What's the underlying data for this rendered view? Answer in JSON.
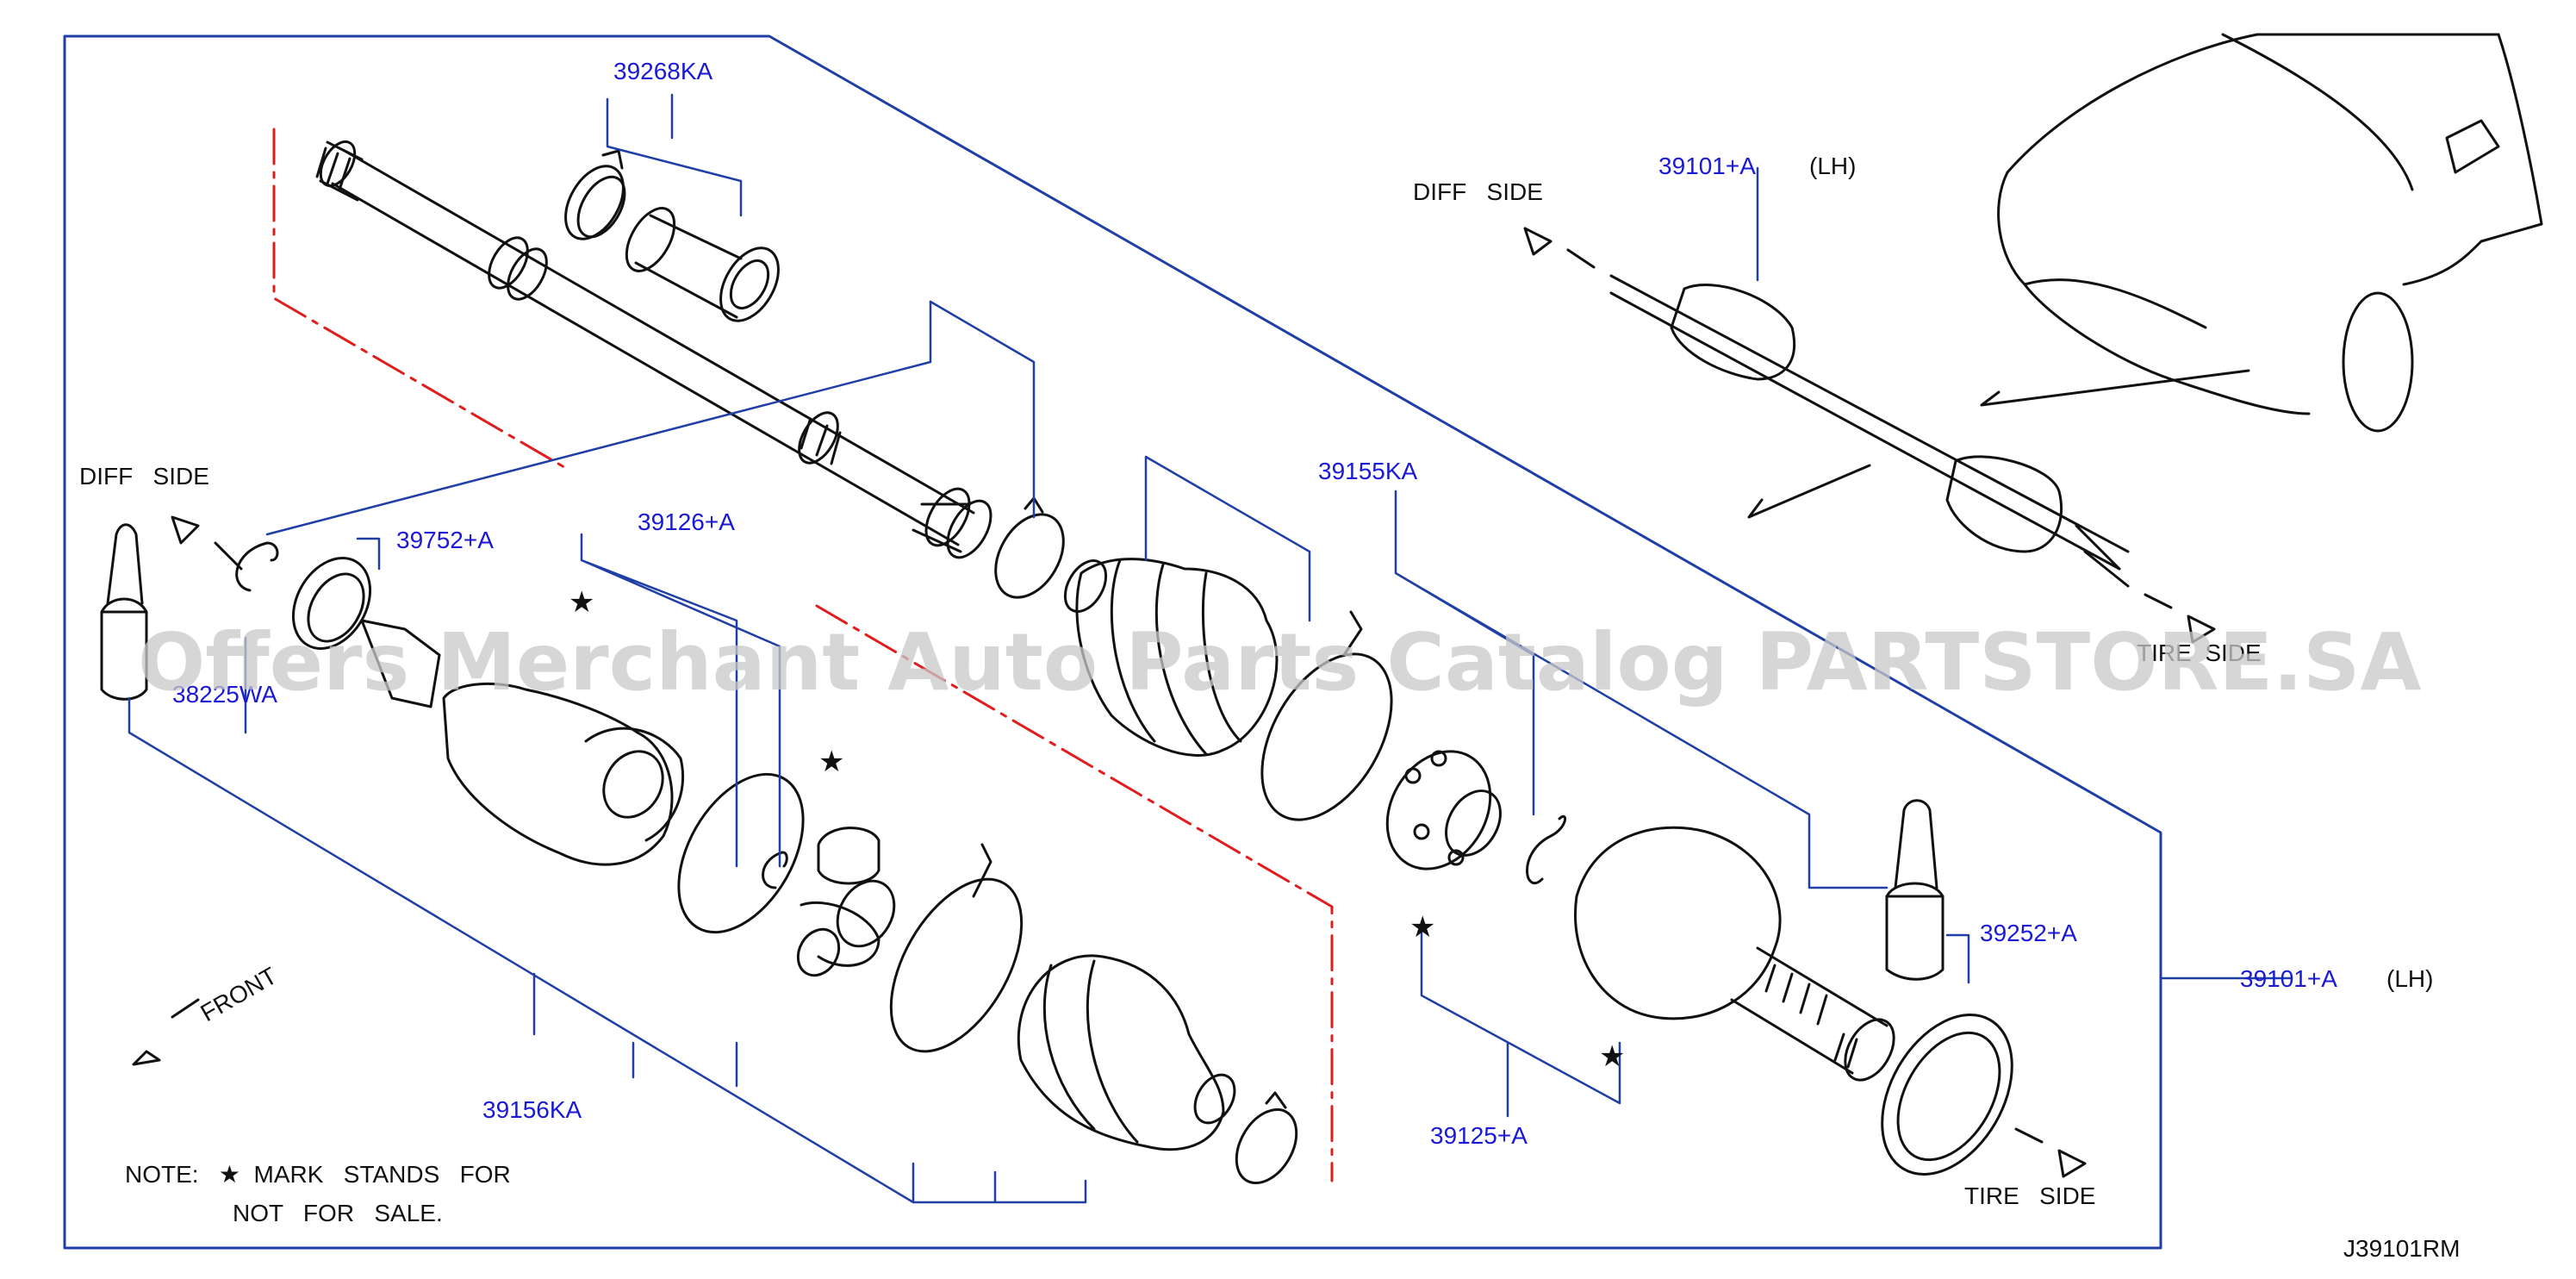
{
  "colors": {
    "callout": "#1a1ad6",
    "leader": "#1f3fa6",
    "center_line": "#e11d1d",
    "ink": "#111111"
  },
  "labels": {
    "p39268": "39268KA",
    "p39101_top": "39101+A",
    "lh_top": "(LH)",
    "diff_side_top": "DIFF   SIDE",
    "diff_side_left": "DIFF   SIDE",
    "p39752": "39752+A",
    "p39126": "39126+A",
    "p39155": "39155KA",
    "p38225": "38225WA",
    "tire_side_top": "TIRE  SIDE",
    "p39252": "39252+A",
    "p39101_right": "39101+A",
    "lh_right": "(LH)",
    "front": "FRONT",
    "p39156": "39156KA",
    "p39125": "39125+A",
    "tire_side_bottom": "TIRE   SIDE",
    "note_1": "NOTE:   ★  MARK   STANDS   FOR",
    "note_2": "NOT   FOR   SALE.",
    "diagram_code": "J39101RM"
  },
  "star_mark": "★",
  "watermark": "Offers Merchant Auto Parts Catalog PARTSTORE.SA"
}
